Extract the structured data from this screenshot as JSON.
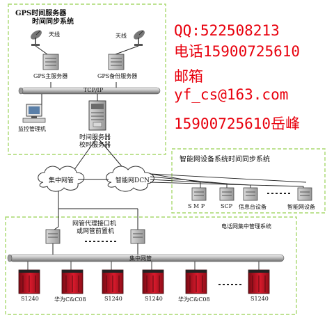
{
  "gps_group": {
    "title_line1": "GPS时间服务器",
    "title_line2": "时间同步系统",
    "antenna_left": "天线",
    "antenna_right": "天线",
    "primary_server": "GPS主服务器",
    "backup_server": "GPS备份服务器",
    "bus_label": "TCP/IP",
    "monitor": "监控管理机",
    "time_server_line1": "时间服务器",
    "time_server_line2": "校时服务器"
  },
  "contact": {
    "qq": "QQ:522508213",
    "phone": "电话15900725610",
    "email_label": "邮箱",
    "email": "yf_cs@163.com",
    "phone_name": "15900725610岳峰"
  },
  "clouds": {
    "central": "集中网管",
    "dcn": "智能网DCN"
  },
  "smart_group": {
    "title": "智能网设备系统时间同步系统",
    "devices": [
      "S M P",
      "SCP",
      "信息台设备",
      "智能网设备"
    ]
  },
  "telecom_group": {
    "title": "电话网集中管理系统",
    "proxy_line1": "网管代理接口机",
    "proxy_line2": "或网管前置机",
    "bus_label": "集中网管",
    "switches": [
      "S1240",
      "华为C&C08",
      "S1240",
      "S1240",
      "华为C&C08",
      "S1240"
    ]
  },
  "colors": {
    "dash_border": "#a8d86e",
    "contact_red": "#e8000d",
    "rack_red": "#c8102e"
  }
}
